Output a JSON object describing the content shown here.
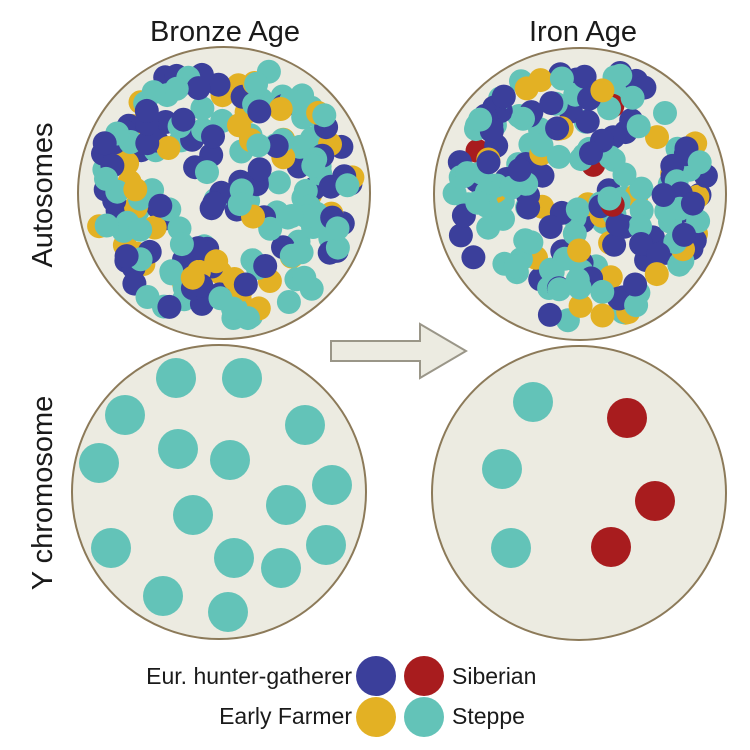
{
  "columns": {
    "bronze_age": "Bronze Age",
    "iron_age": "Iron Age"
  },
  "rows": {
    "autosomes": "Autosomes",
    "y_chromosome": "Y chromosome"
  },
  "legend": {
    "hunter_gatherer": "Eur. hunter-gatherer",
    "early_farmer": "Early Farmer",
    "siberian": "Siberian",
    "steppe": "Steppe"
  },
  "colors": {
    "hunter_gatherer": "#3b3f9b",
    "early_farmer": "#e3b124",
    "siberian": "#a81c1e",
    "steppe": "#63c3b8",
    "circle_fill": "#ecebe1",
    "circle_stroke": "#8c7a59",
    "arrow_fill": "#ecebe1",
    "arrow_stroke": "#9a9688"
  },
  "icons": {
    "transition_arrow": "right-arrow-icon"
  }
}
